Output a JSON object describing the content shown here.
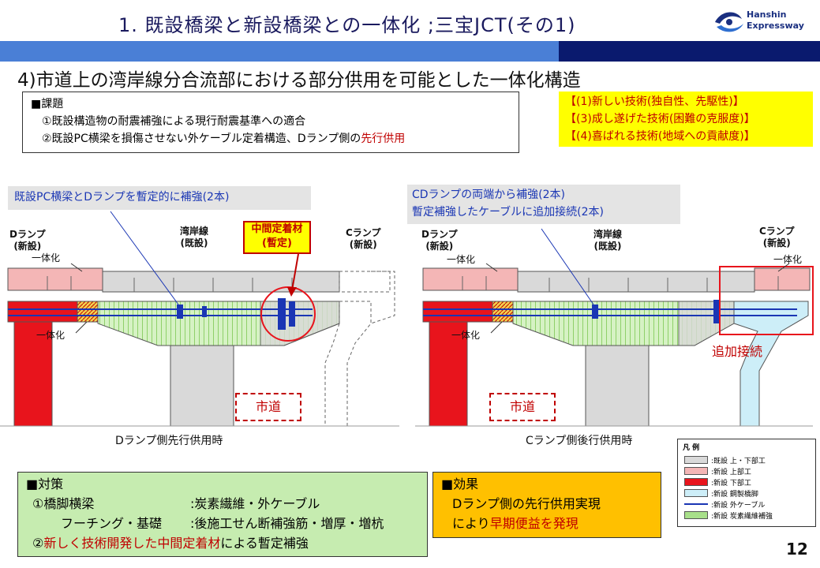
{
  "header": {
    "title": "1. 既設橋梁と新設橋梁との一体化 ;三宝JCT(その1)",
    "logo_line1": "Hanshin",
    "logo_line2": "Expressway"
  },
  "subtitle": "4)市道上の湾岸線分合流部における部分供用を可能とした一体化構造",
  "issue": {
    "heading": "■課題",
    "item1": "①既設構造物の耐震補強による現行耐震基準への適合",
    "item2_prefix": "②既設PC横梁を損傷させない外ケーブル定着構造、Dランプ側の",
    "item2_highlight": "先行供用"
  },
  "criteria": [
    "【(1)新しい技術(独自性、先駆性)】",
    "【(3)成し遂げた技術(困難の克服度)】",
    "【(4)喜ばれる技術(地域への貢献度)】"
  ],
  "left_diagram": {
    "callout": "既設PC横梁とDランプを暫定的に補強(2本)",
    "d_ramp": [
      "Dランプ",
      "(新設)"
    ],
    "wangan": [
      "湾岸線",
      "(既設)"
    ],
    "c_ramp": [
      "Cランプ",
      "(新設)"
    ],
    "joint_top": "一体化",
    "joint_bottom": "一体化",
    "anchor": [
      "中間定着材",
      "(暫定)"
    ],
    "road": "市道",
    "caption": "Dランプ側先行供用時"
  },
  "right_diagram": {
    "callout_line1": "CDランプの両端から補強(2本)",
    "callout_line2": "暫定補強したケーブルに追加接続(2本)",
    "d_ramp": [
      "Dランプ",
      "(新設)"
    ],
    "wangan": [
      "湾岸線",
      "(既設)"
    ],
    "c_ramp": [
      "Cランプ",
      "(新設)"
    ],
    "joint_left": "一体化",
    "joint_right": "一体化",
    "joint_bottom": "一体化",
    "added": "追加接続",
    "road": "市道",
    "caption": "Cランプ側後行供用時"
  },
  "legend": {
    "title": "凡 例",
    "items": [
      {
        "label": ":既設 上・下部工",
        "color": "#d9d9d9"
      },
      {
        "label": ":新設 上部工",
        "color": "#f4b6b6"
      },
      {
        "label": ":新設 下部工",
        "color": "#e8141c"
      },
      {
        "label": ":新設 鋼製橋脚",
        "color": "#cdeef8"
      },
      {
        "label": ":新設 外ケーブル",
        "color": "#1a36b4"
      },
      {
        "label": ":新設 炭素繊維補強",
        "color": "#a8e08a"
      }
    ]
  },
  "measures": {
    "heading": "■対策",
    "row1_label": "①橋脚横梁",
    "row1_value": ":炭素繊維・外ケーブル",
    "row2_label": "フーチング・基礎",
    "row2_value": ":後施工せん断補強筋・増厚・増杭",
    "row3_num": "②",
    "row3_highlight": "新しく技術開発した中間定着材",
    "row3_suffix": "による暫定補強"
  },
  "effect": {
    "heading": "■効果",
    "line1": "Dランプ側の先行供用実現",
    "line2_prefix": "により",
    "line2_highlight": "早期便益を発現"
  },
  "page_number": "12",
  "colors": {
    "band_light": "#4a7fd6",
    "band_dark": "#0a1a6e",
    "accent_red": "#c00000",
    "criteria_bg": "#ffff00",
    "measures_bg": "#c6ecb0",
    "effect_bg": "#ffc000"
  }
}
